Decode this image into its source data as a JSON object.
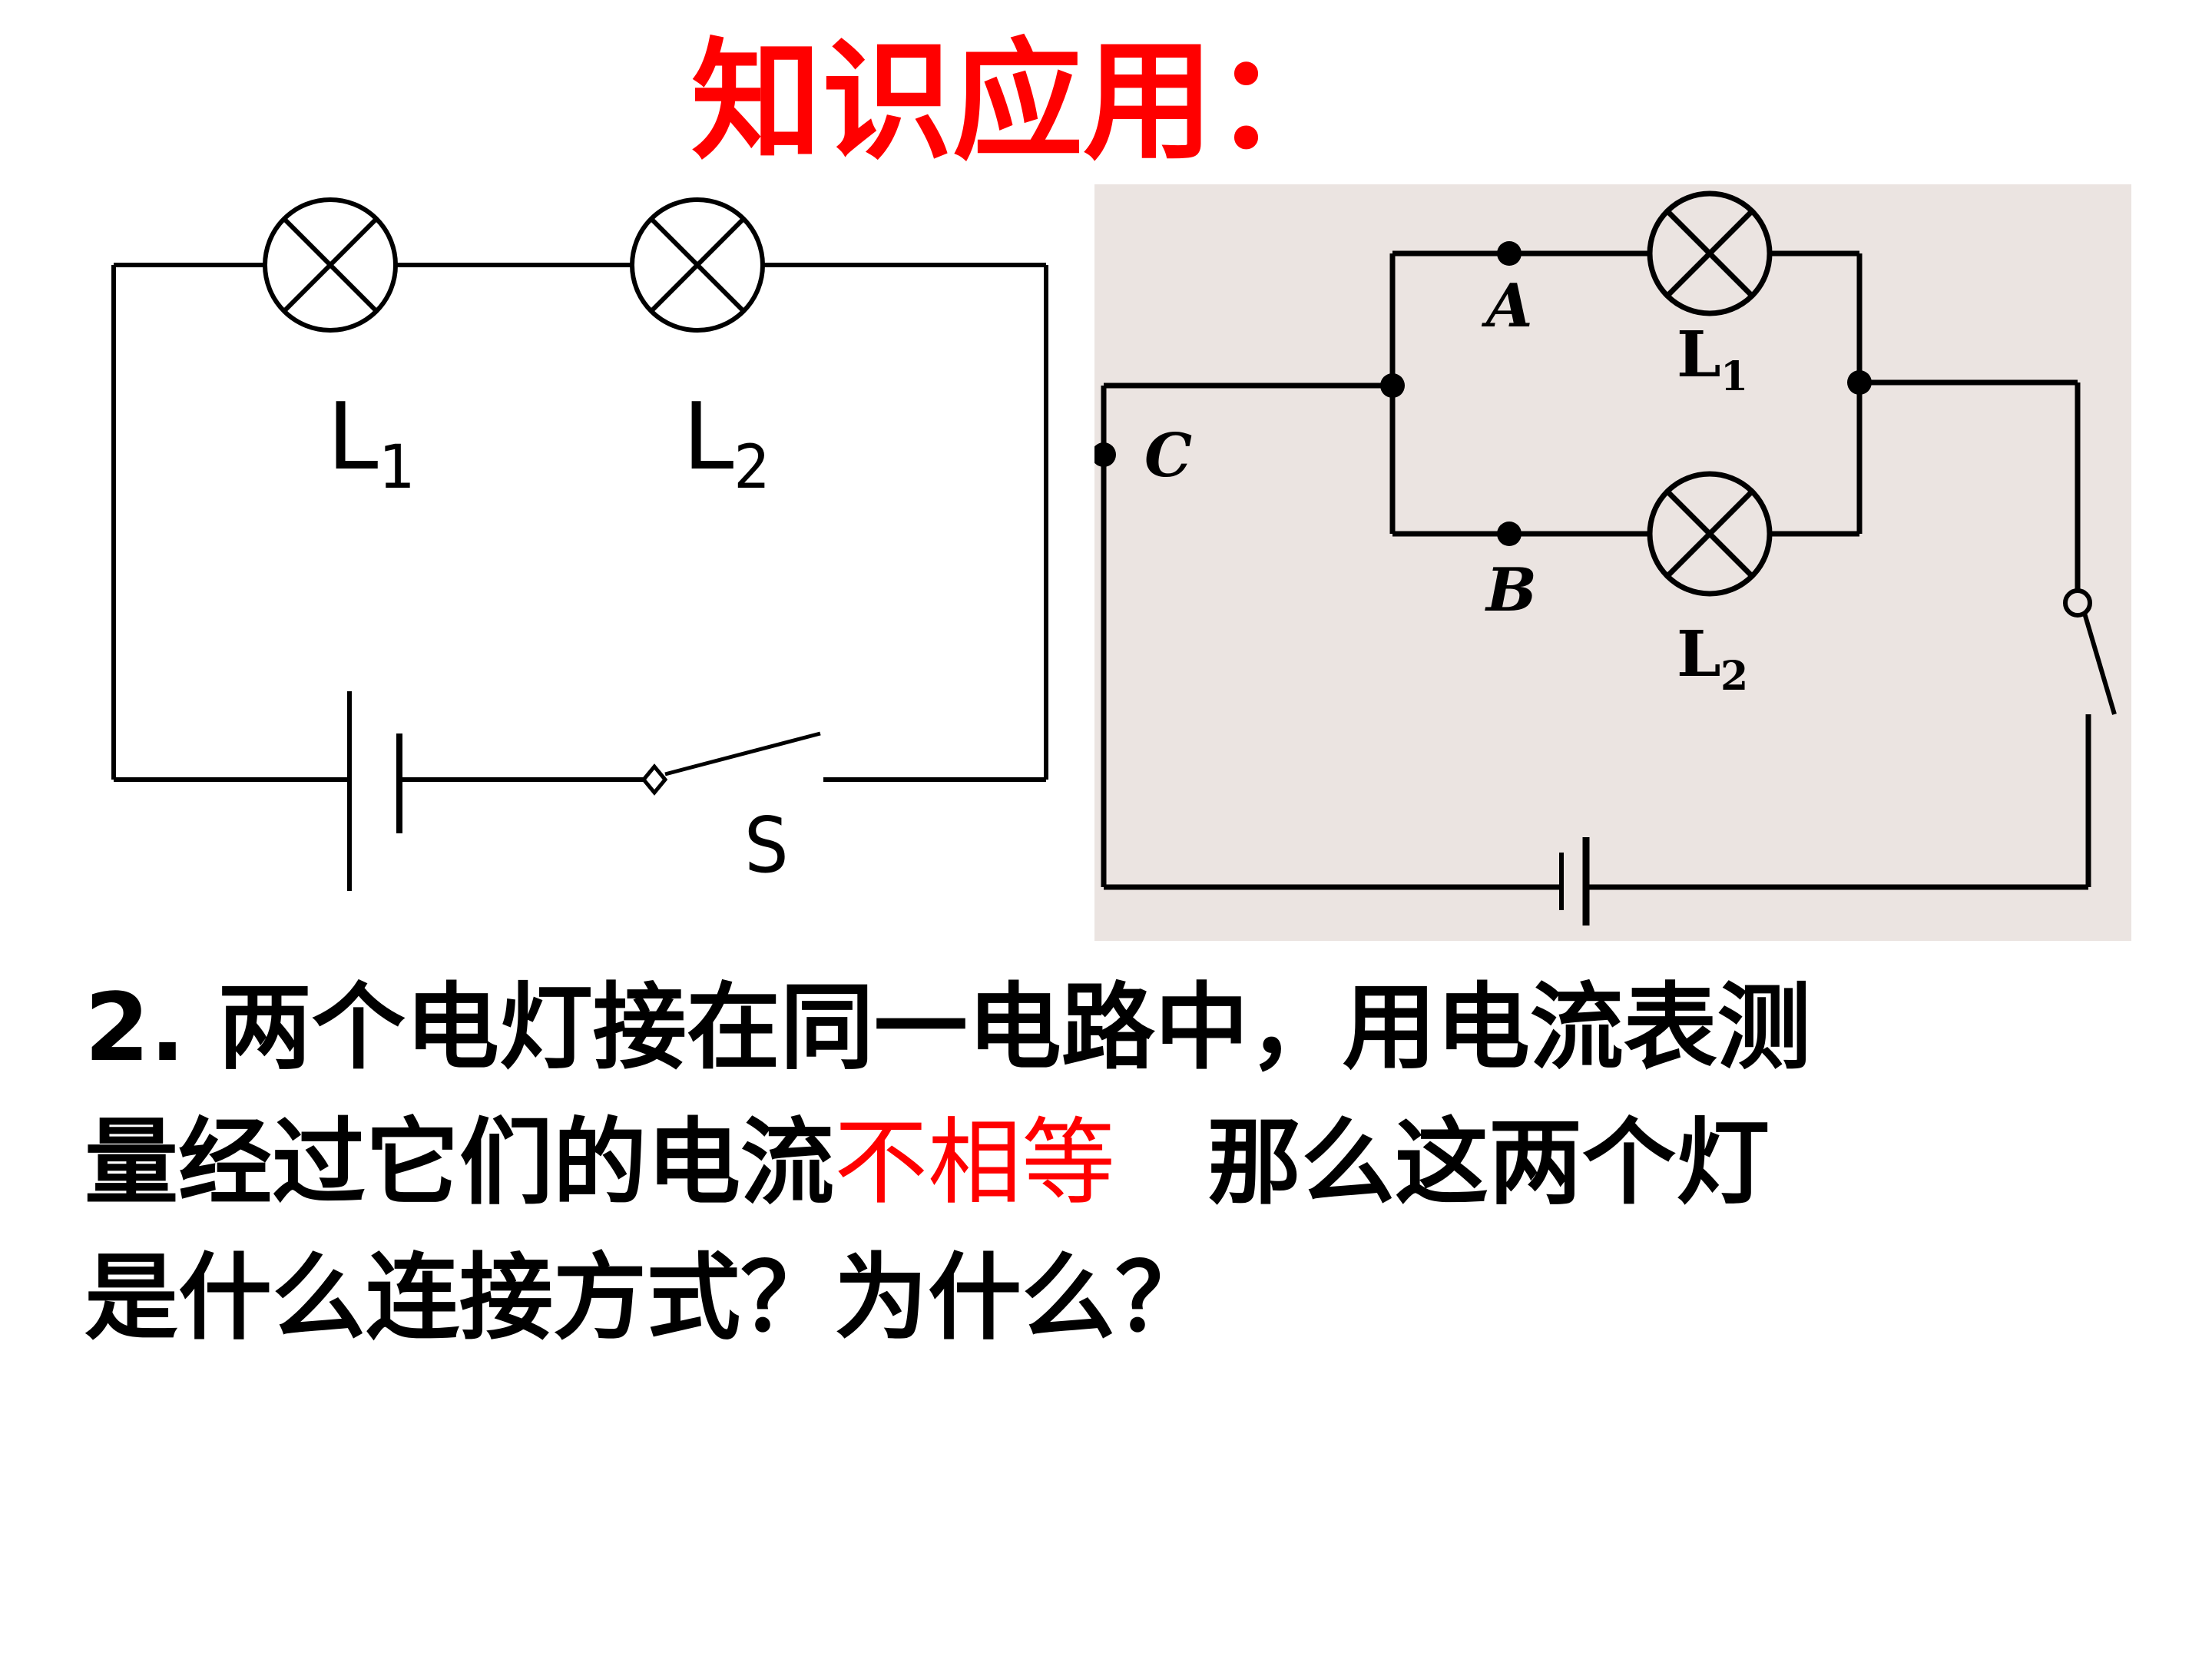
{
  "title": "知识应用：",
  "series_circuit": {
    "lamp1_label": "L",
    "lamp1_sub": "1",
    "lamp2_label": "L",
    "lamp2_sub": "2",
    "switch_label": "S"
  },
  "parallel_circuit": {
    "background": "#ebe4e1",
    "point_a": "A",
    "point_b": "B",
    "point_c": "C",
    "lamp1_label": "L",
    "lamp1_sub": "1",
    "lamp2_label": "L",
    "lamp2_sub": "2"
  },
  "question": {
    "line1": "2. 两个电灯接在同一电路中，用电流表测",
    "line2_prefix": "量经过它们的电流",
    "line2_highlight": "不相等",
    "line2_suffix": "那么这两个灯",
    "line3": "是什么连接方式？为什么？"
  },
  "colors": {
    "title": "#ff0000",
    "highlight": "#ff0000",
    "text": "#000000"
  }
}
